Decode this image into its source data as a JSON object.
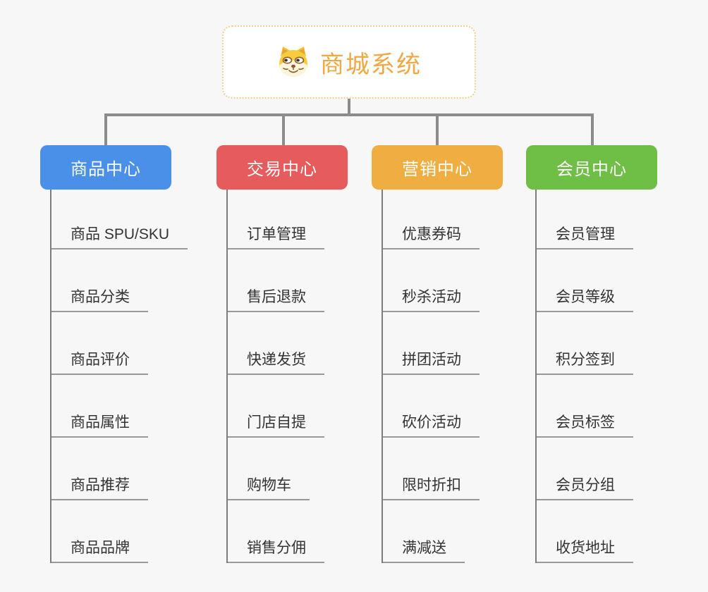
{
  "root": {
    "label": "商城系统",
    "icon": "dog-face-icon",
    "text_color": "#F0A843",
    "border_color": "#F6CD8F",
    "background": "#FFFFFF"
  },
  "canvas": {
    "background": "#F7F7F7",
    "connector_color": "#8C8C8C",
    "trunk_color": "#7D7D7D",
    "underline_color": "#999999"
  },
  "branches": [
    {
      "label": "商品中心",
      "color": "#4A90E8",
      "items": [
        "商品 SPU/SKU",
        "商品分类",
        "商品评价",
        "商品属性",
        "商品推荐",
        "商品品牌"
      ]
    },
    {
      "label": "交易中心",
      "color": "#E65B5B",
      "items": [
        "订单管理",
        "售后退款",
        "快递发货",
        "门店自提",
        "购物车",
        "销售分佣"
      ]
    },
    {
      "label": "营销中心",
      "color": "#EFAD42",
      "items": [
        "优惠券码",
        "秒杀活动",
        "拼团活动",
        "砍价活动",
        "限时折扣",
        "满减送"
      ]
    },
    {
      "label": "会员中心",
      "color": "#6FBE45",
      "items": [
        "会员管理",
        "会员等级",
        "积分签到",
        "会员标签",
        "会员分组",
        "收货地址"
      ]
    }
  ]
}
